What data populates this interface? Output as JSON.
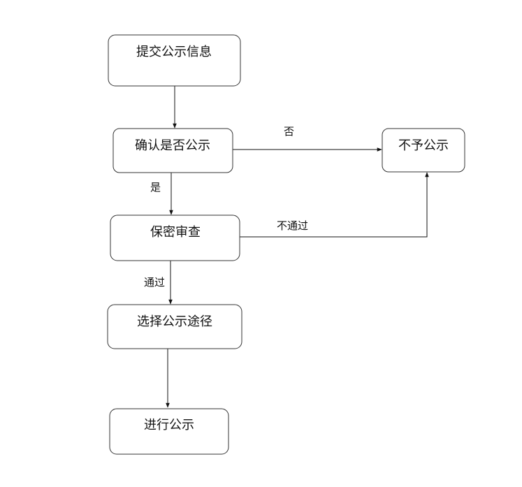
{
  "nodes": {
    "submit": "提交公示信息",
    "confirm": "确认是否公示",
    "no_disclosure": "不予公示",
    "security_review": "保密审查",
    "choose_channel": "选择公示途径",
    "publish": "进行公示"
  },
  "edges": {
    "no": "否",
    "yes": "是",
    "not_passed": "不通过",
    "passed": "通过"
  }
}
